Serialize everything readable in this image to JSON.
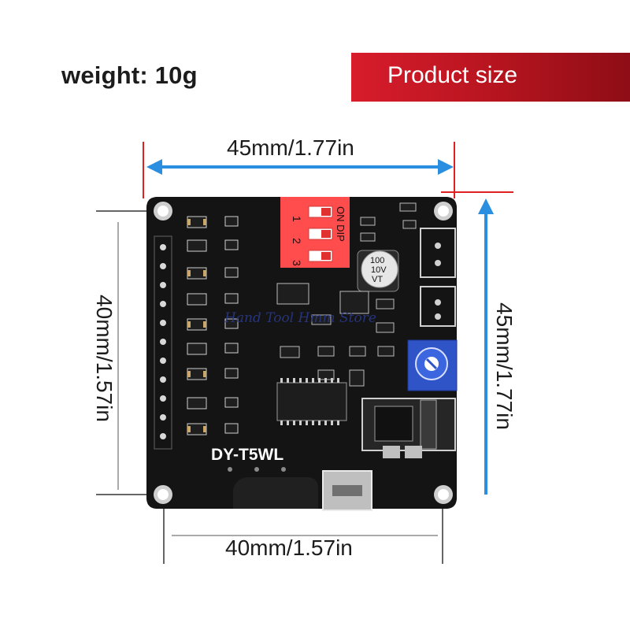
{
  "weight_label": "weight: 10g",
  "banner_title": "Product size",
  "dimensions": {
    "top": "45mm/1.77in",
    "bottom": "40mm/1.57in",
    "left": "40mm/1.57in",
    "right": "45mm/1.77in"
  },
  "board": {
    "model_label": "DY-T5WL",
    "dip_label": "ON DIP",
    "dip_numbers": [
      "1",
      "2",
      "3"
    ],
    "capacitor_text": [
      "100",
      "10V",
      "VT"
    ]
  },
  "watermark": "Hand Tool Hmm Store",
  "colors": {
    "banner": "#c8161f",
    "arrow_blue": "#2a8fe0",
    "board": "#141414",
    "dip_switch": "#ff4d4d",
    "potentiometer": "#2f54c8"
  }
}
